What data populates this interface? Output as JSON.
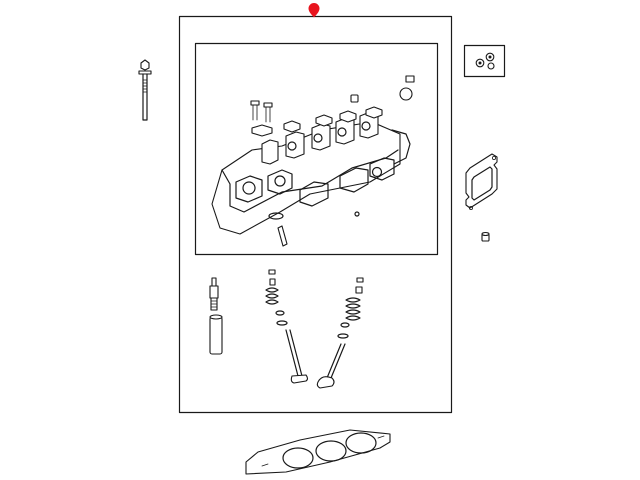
{
  "diagram": {
    "marker_color": "#e8141e",
    "line_color": "#1a1a1a",
    "background": "#ffffff",
    "parts": [
      {
        "id": "head-bolt",
        "icon": "bolt"
      },
      {
        "id": "cylinder-head-assembly",
        "icon": "cylinder-head"
      },
      {
        "id": "dowel-nuts",
        "icon": "nuts"
      },
      {
        "id": "exhaust-manifold-gasket",
        "icon": "gasket"
      },
      {
        "id": "plug",
        "icon": "plug"
      },
      {
        "id": "spark-plug",
        "icon": "spark-plug"
      },
      {
        "id": "spark-plug-tube",
        "icon": "tube"
      },
      {
        "id": "intake-valve-kit",
        "icon": "valve"
      },
      {
        "id": "exhaust-valve-kit",
        "icon": "valve"
      },
      {
        "id": "cylinder-head-gasket",
        "icon": "head-gasket"
      }
    ]
  }
}
